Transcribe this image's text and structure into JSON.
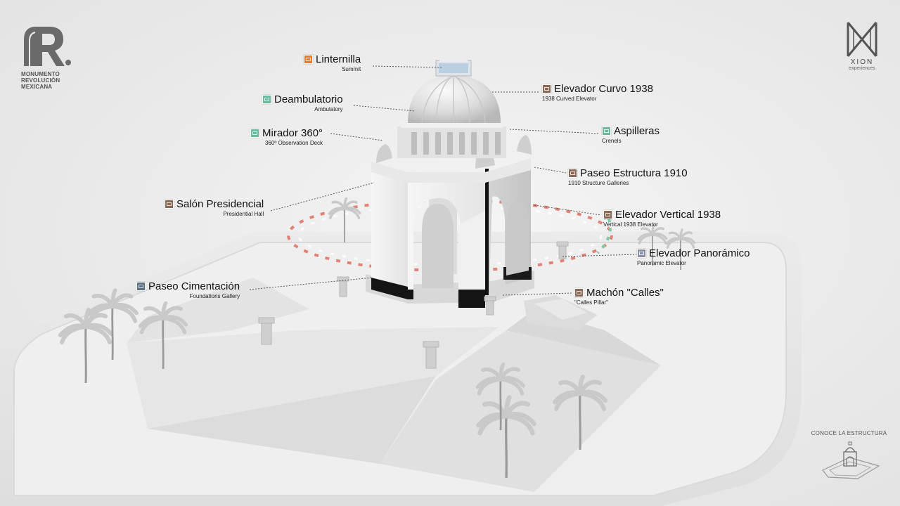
{
  "logo": {
    "lines": [
      "MONUMENTO",
      "REVOLUCIÓN",
      "MEXICANA"
    ]
  },
  "brand": {
    "name": "XION",
    "sub": "experiences"
  },
  "hotspots": [
    {
      "id": "linternilla",
      "title": "Linternilla",
      "sub": "Summit",
      "color": "#e87a2a"
    },
    {
      "id": "deambulatorio",
      "title": "Deambulatorio",
      "sub": "Ambulatory",
      "color": "#6cb89a"
    },
    {
      "id": "mirador",
      "title": "Mirador 360°",
      "sub": "360º Observation Deck",
      "color": "#6cb89a"
    },
    {
      "id": "salon",
      "title": "Salón Presidencial",
      "sub": "Presidential Hall",
      "color": "#8a6a55"
    },
    {
      "id": "cimentacion",
      "title": "Paseo Cimentación",
      "sub": "Foundations Gallery",
      "color": "#5a6f80"
    },
    {
      "id": "elevador-curvo",
      "title": "Elevador Curvo 1938",
      "sub": "1938 Curved Elevator",
      "color": "#8a6a55"
    },
    {
      "id": "aspilleras",
      "title": "Aspilleras",
      "sub": "Crenels",
      "color": "#6cb89a"
    },
    {
      "id": "paseo-estructura",
      "title": "Paseo Estructura 1910",
      "sub": "1910 Structure Galleries",
      "color": "#8a6a55"
    },
    {
      "id": "elevador-vertical",
      "title": "Elevador Vertical 1938",
      "sub": "Vertical 1938 Elevator",
      "color": "#8a6a55"
    },
    {
      "id": "elevador-panoramico",
      "title": "Elevador Panorámico",
      "sub": "Panoramic Elevator",
      "color": "#8a8fa8"
    },
    {
      "id": "machon",
      "title": "Machón \"Calles\"",
      "sub": "\"Calles Pillar\"",
      "color": "#8a6a55"
    }
  ],
  "conoce": {
    "label": "CONOCE LA ESTRUCTURA"
  }
}
